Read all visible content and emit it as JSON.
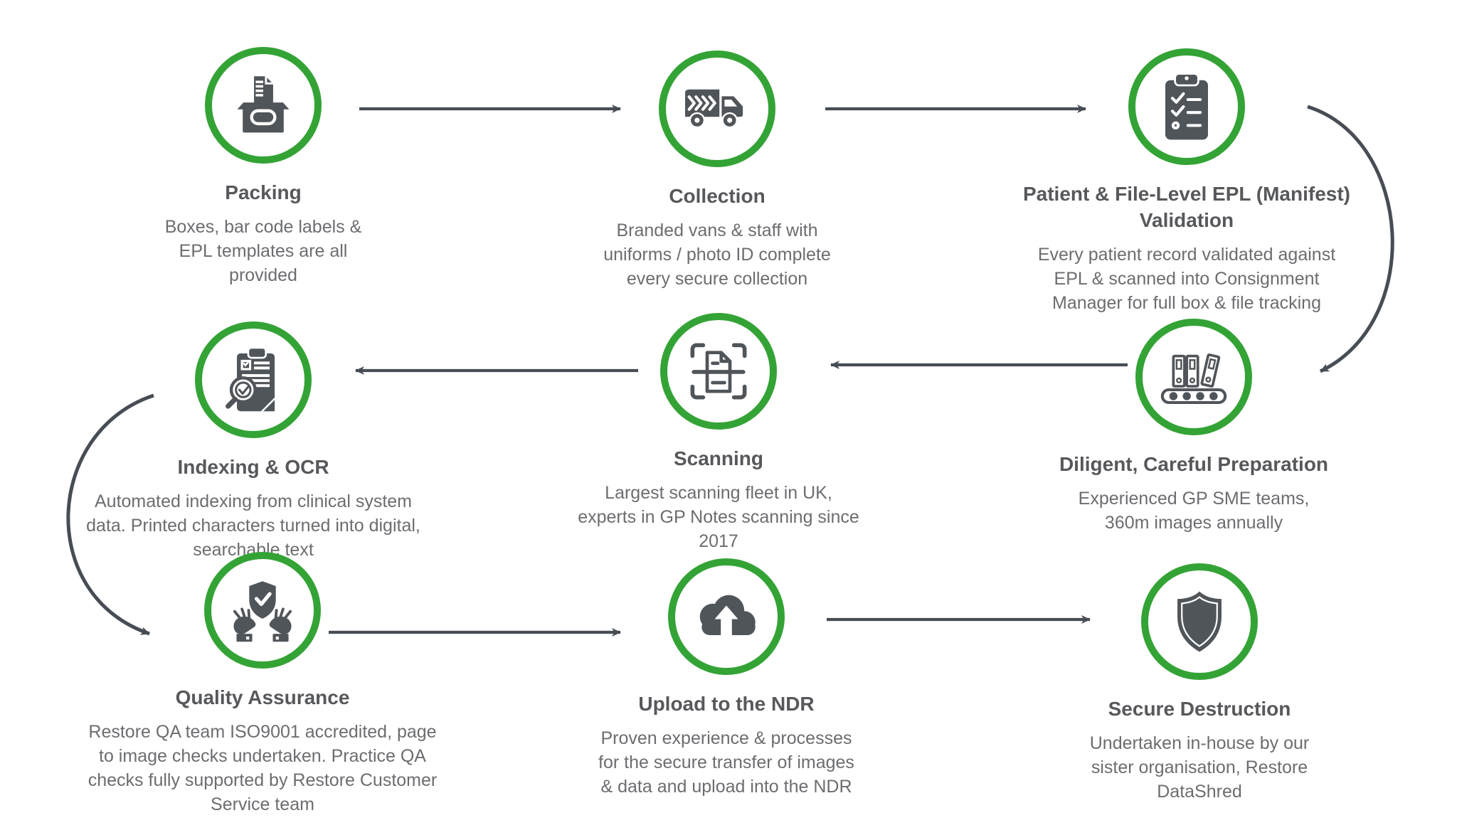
{
  "diagram": {
    "colors": {
      "accent_green": "#34a336",
      "icon_gray": "#50555a",
      "title_color": "#56585b",
      "body_color": "#6b6d70",
      "arrow_color": "#474d54"
    },
    "flow_order": [
      "packing",
      "collection",
      "epl-validation",
      "preparation",
      "scanning",
      "indexing-ocr",
      "quality-assurance",
      "upload-ndr",
      "secure-destruction"
    ],
    "steps": [
      {
        "id": "packing",
        "icon": "archive-box-icon",
        "title": "Packing",
        "description": "Boxes, bar code labels &\nEPL templates are all\nprovided"
      },
      {
        "id": "collection",
        "icon": "delivery-truck-icon",
        "title": "Collection",
        "description": "Branded vans & staff with\nuniforms / photo ID complete\nevery secure collection"
      },
      {
        "id": "epl-validation",
        "icon": "clipboard-checklist-icon",
        "title": "Patient & File-Level EPL (Manifest)\nValidation",
        "description": "Every patient record validated against\nEPL & scanned into Consignment\nManager for full box & file tracking"
      },
      {
        "id": "preparation",
        "icon": "binders-conveyor-icon",
        "title": "Diligent, Careful Preparation",
        "description": "Experienced GP SME teams,\n360m images annually"
      },
      {
        "id": "scanning",
        "icon": "document-scan-icon",
        "title": "Scanning",
        "description": "Largest scanning fleet in UK,\nexperts in GP Notes scanning since\n2017"
      },
      {
        "id": "indexing-ocr",
        "icon": "clipboard-magnifier-icon",
        "title": "Indexing & OCR",
        "description": "Automated indexing from clinical system\ndata. Printed characters turned into digital,\nsearchable text"
      },
      {
        "id": "quality-assurance",
        "icon": "hands-shield-check-icon",
        "title": "Quality Assurance",
        "description": "Restore QA team ISO9001 accredited, page\nto image checks undertaken. Practice QA\nchecks fully supported by Restore Customer\nService team"
      },
      {
        "id": "upload-ndr",
        "icon": "cloud-upload-icon",
        "title": "Upload to the NDR",
        "description": "Proven experience & processes\nfor the secure transfer of images\n& data and upload into the NDR"
      },
      {
        "id": "secure-destruction",
        "icon": "shield-icon",
        "title": "Secure Destruction",
        "description": "Undertaken in-house by our\nsister organisation, Restore\nDataShred"
      }
    ]
  }
}
